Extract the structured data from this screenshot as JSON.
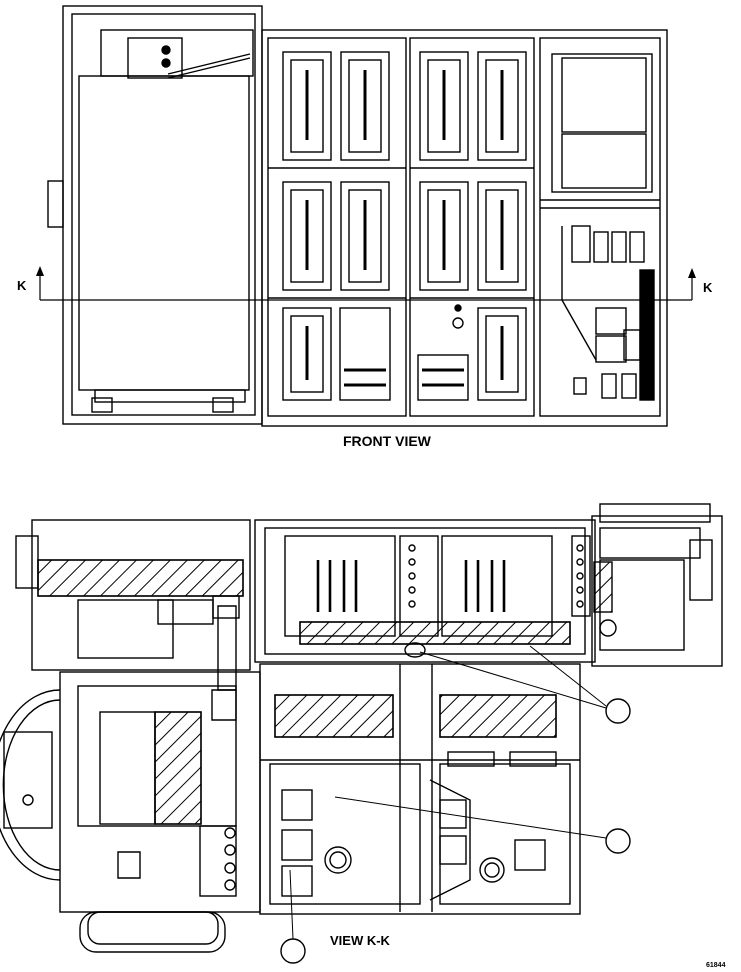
{
  "captions": {
    "front_view": "FRONT VIEW",
    "section_view": "VIEW K-K",
    "section_marker_left": "K",
    "section_marker_right": "K",
    "drawing_number": "61844"
  }
}
